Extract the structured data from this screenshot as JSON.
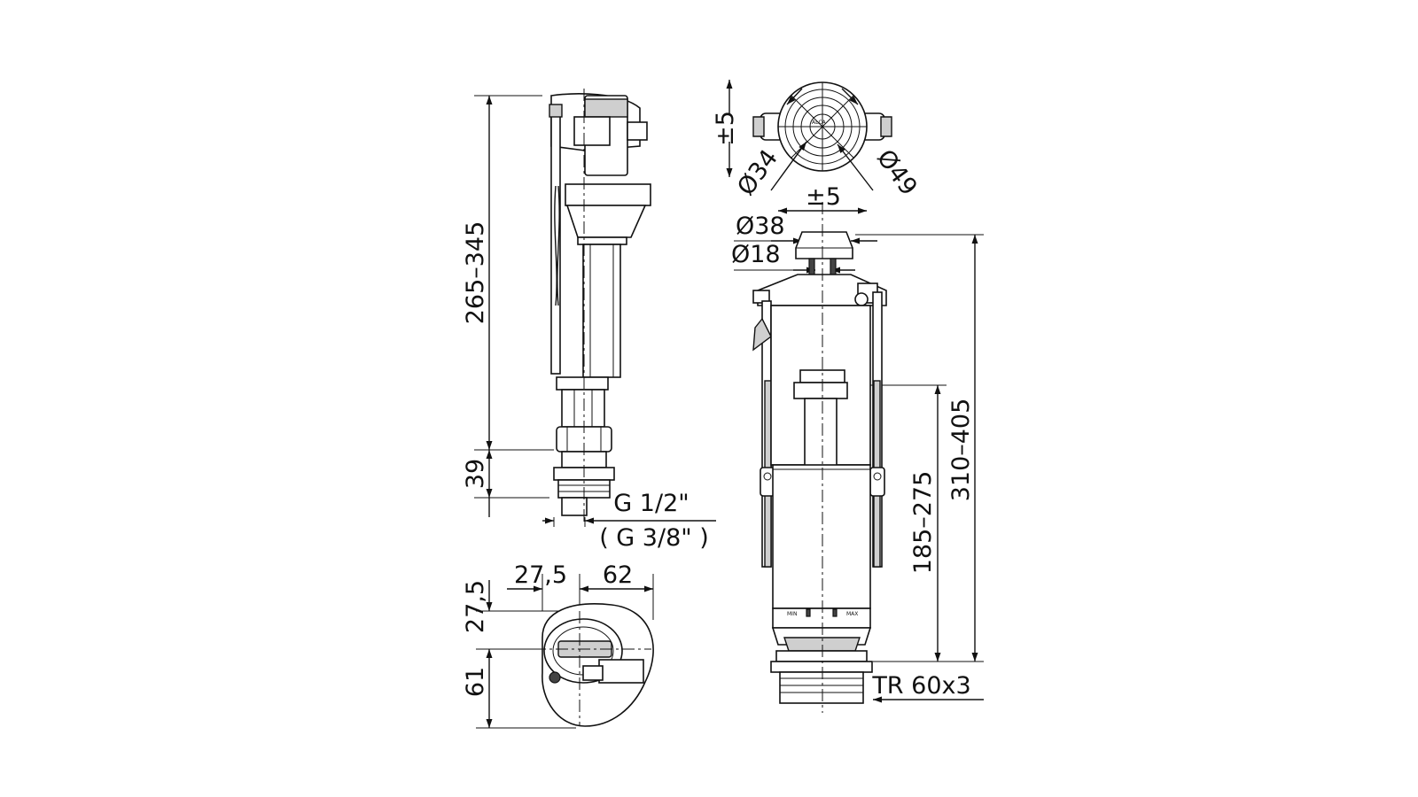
{
  "fill_valve": {
    "height_range": "265–345",
    "connection_height": "39",
    "thread_main": "G 1/2\"",
    "thread_alt": "( G 3/8\" )"
  },
  "top_view": {
    "offset_x": "27,5",
    "width": "62",
    "offset_y": "27,5",
    "depth": "61"
  },
  "flush_valve": {
    "adjust_top_vertical": "±5",
    "adjust_horizontal": "±5",
    "diameter_inner": "Ø34",
    "diameter_outer": "Ø49",
    "button_diameter": "Ø38",
    "rod_diameter": "Ø18",
    "total_height": "310–405",
    "overflow_height": "185–275",
    "thread": "TR 60x3",
    "label_min": "MIN",
    "label_max": "MAX"
  },
  "colors": {
    "line": "#111111",
    "fill": "#ffffff",
    "shade": "#cfcfcf"
  }
}
